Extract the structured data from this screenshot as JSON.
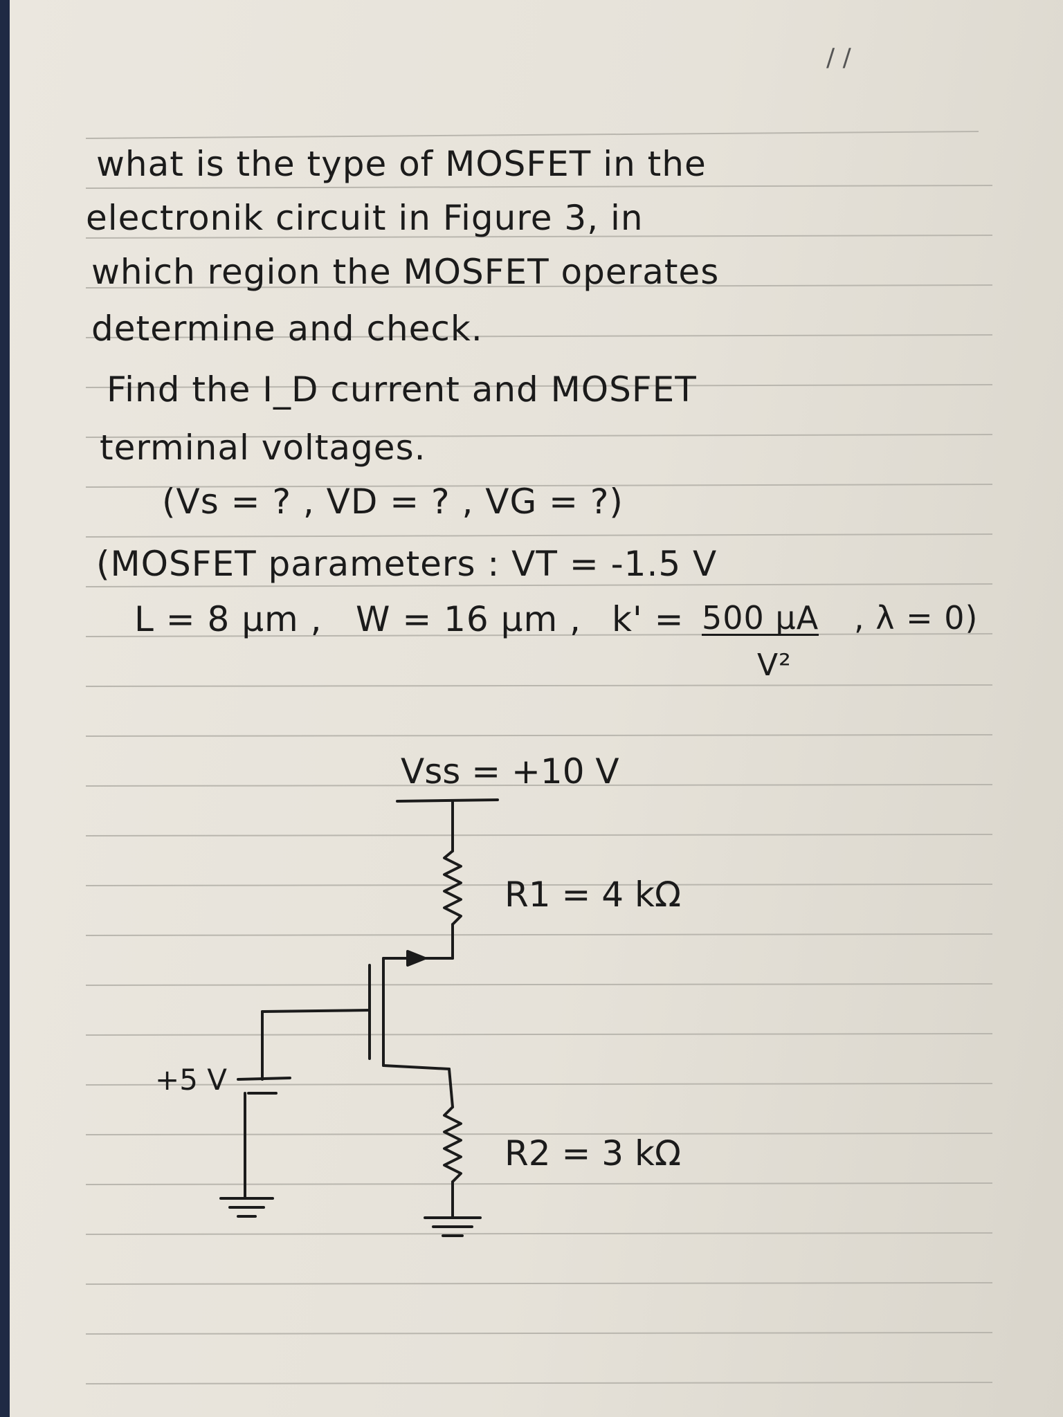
{
  "header": {
    "date_placeholder": "/ /"
  },
  "question": {
    "lines": [
      "what is the type of MOSFET in the",
      "electronik circuit in Figure 3, in",
      "which region the MOSFET operates",
      "determine and check.",
      "Find the I_D current and MOSFET",
      "terminal voltages.",
      "(Vs = ? , VD = ? , VG = ?)"
    ]
  },
  "parameters": {
    "line1": "(MOSFET parameters : VT = -1.5 V",
    "line2_l": "L = 8 μm ,",
    "line2_w": "W = 16 μm ,",
    "line2_k": "k' =",
    "k_num": "500 μA",
    "k_den": "V²",
    "line2_lambda": ", λ = 0)"
  },
  "circuit": {
    "vss_label": "Vss = +10 V",
    "r1_label": "R1 = 4 kΩ",
    "r2_label": "R2 = 3 kΩ",
    "gate_source_label": "+5 V"
  }
}
